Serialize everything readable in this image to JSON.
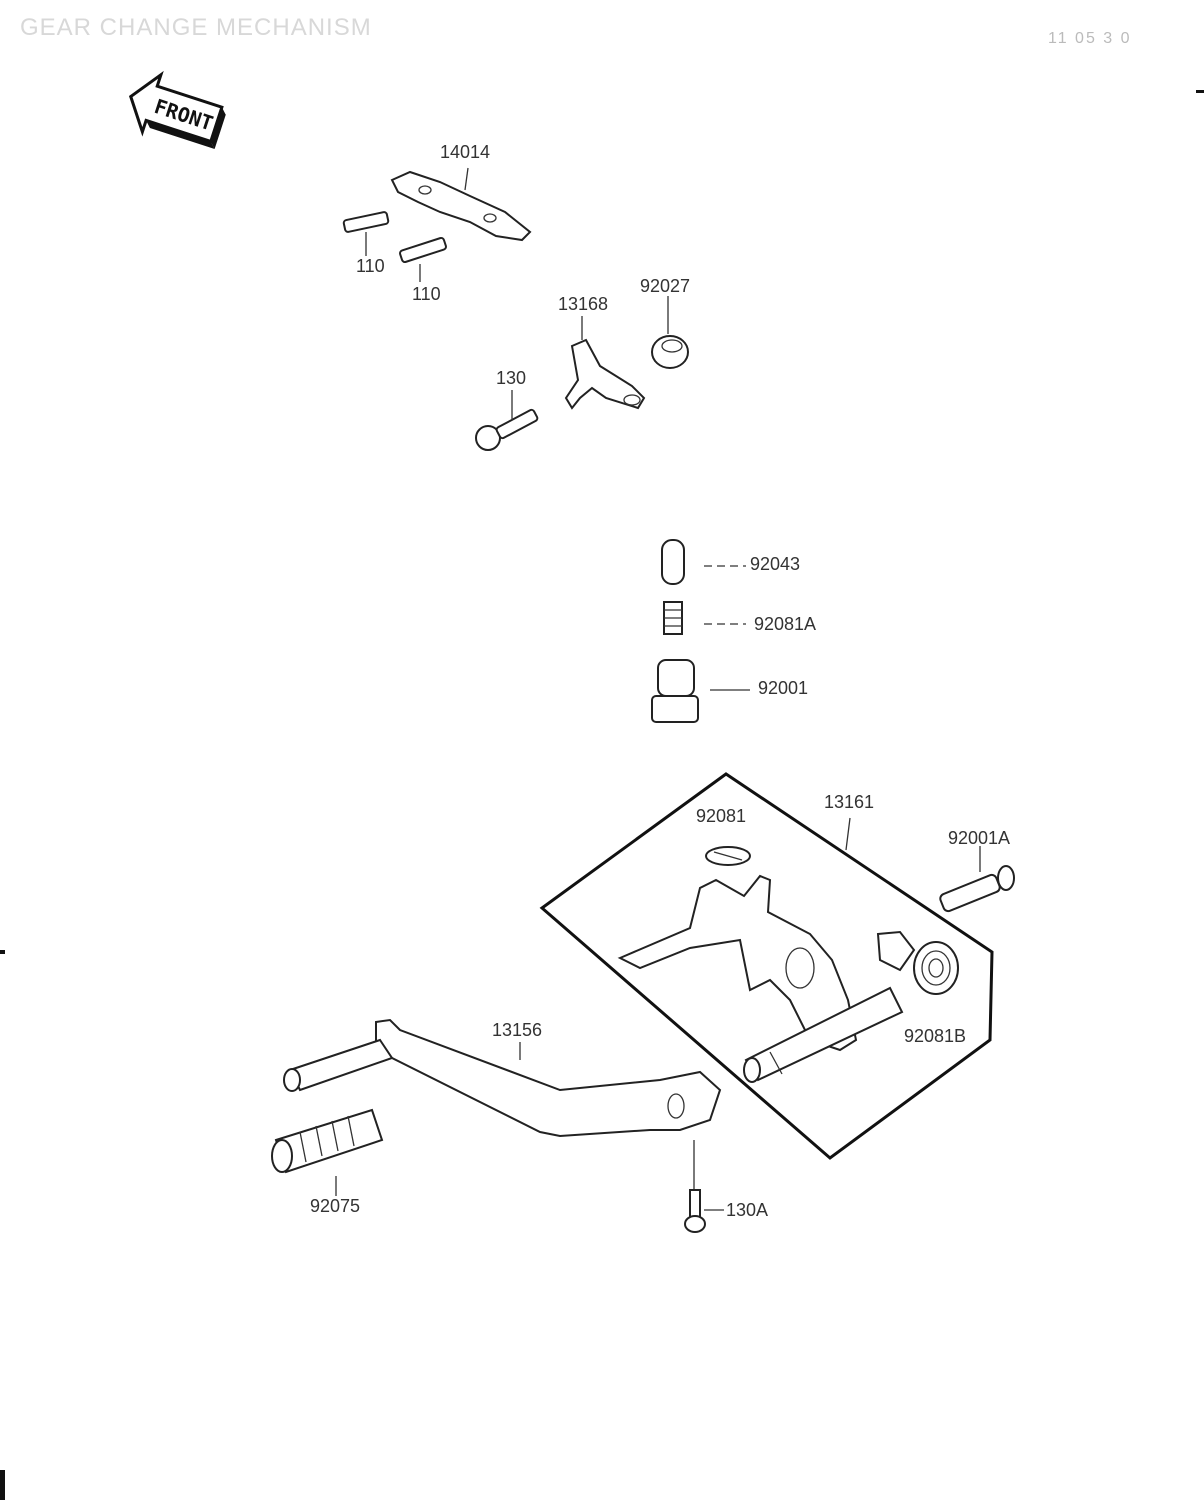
{
  "header": {
    "title": "GEAR CHANGE MECHANISM",
    "code": "11 05 3 0"
  },
  "front_arrow": {
    "label": "FRONT"
  },
  "parts": {
    "p14014": "14014",
    "p110a": "110",
    "p110b": "110",
    "p13168": "13168",
    "p92027": "92027",
    "p130": "130",
    "p92043": "92043",
    "p92081A": "92081A",
    "p92001": "92001",
    "p13161": "13161",
    "p92081": "92081",
    "p92001A": "92001A",
    "p92081B": "92081B",
    "p13156": "13156",
    "p92075": "92075",
    "p130A": "130A"
  }
}
